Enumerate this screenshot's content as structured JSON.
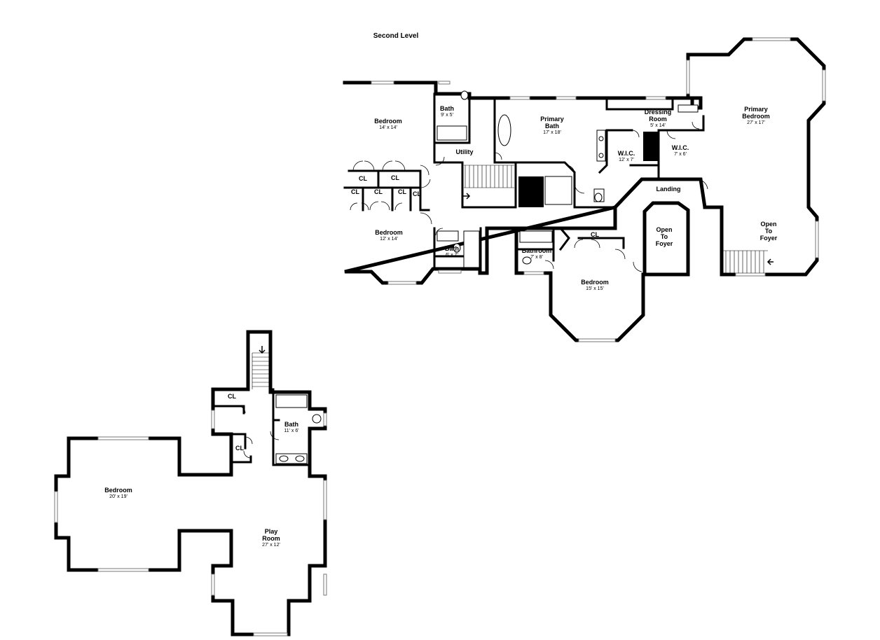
{
  "plan": {
    "level_title": "Second Level",
    "rooms": {
      "bedroom_nw": {
        "name": "Bedroom",
        "size": "14' x 14'"
      },
      "bath_nw": {
        "name": "Bath",
        "size": "9' x 5'"
      },
      "utility": {
        "name": "Utility"
      },
      "cl_1": {
        "name": "CL"
      },
      "cl_2": {
        "name": "CL"
      },
      "cl_3": {
        "name": "CL"
      },
      "cl_4": {
        "name": "CL"
      },
      "cl_5": {
        "name": "CL"
      },
      "cl_6": {
        "name": "CL"
      },
      "bedroom_w": {
        "name": "Bedroom",
        "size": "12' x 14'"
      },
      "bath_w": {
        "name": "Bath",
        "size": "6' x 7'"
      },
      "primary_bath": {
        "name": "Primary",
        "name2": "Bath",
        "size": "17' x 18'"
      },
      "dressing_room": {
        "name": "Dressing",
        "name2": "Room",
        "size": "5' x 14'"
      },
      "wic_1": {
        "name": "W.I.C.",
        "size": "12' x 7'"
      },
      "wic_2": {
        "name": "W.I.C.",
        "size": "7' x 6'"
      },
      "primary_bedroom": {
        "name": "Primary",
        "name2": "Bedroom",
        "size": "27' x 17'"
      },
      "landing": {
        "name": "Landing"
      },
      "open_foyer_1": {
        "name": "Open",
        "name2": "To",
        "name3": "Foyer"
      },
      "open_foyer_2": {
        "name": "Open",
        "name2": "To",
        "name3": "Foyer"
      },
      "bathroom": {
        "name": "Bathroom",
        "size": "7' x 8'"
      },
      "cl_7": {
        "name": "CL"
      },
      "bedroom_s": {
        "name": "Bedroom",
        "size": "15' x 15'"
      },
      "cl_8": {
        "name": "CL"
      },
      "cl_9": {
        "name": "CL"
      },
      "bath_lower": {
        "name": "Bath",
        "size": "11' x 6'"
      },
      "bedroom_lower": {
        "name": "Bedroom",
        "size": "20' x 19'"
      },
      "play_room": {
        "name": "Play",
        "name2": "Room",
        "size": "27' x 12'"
      }
    }
  }
}
